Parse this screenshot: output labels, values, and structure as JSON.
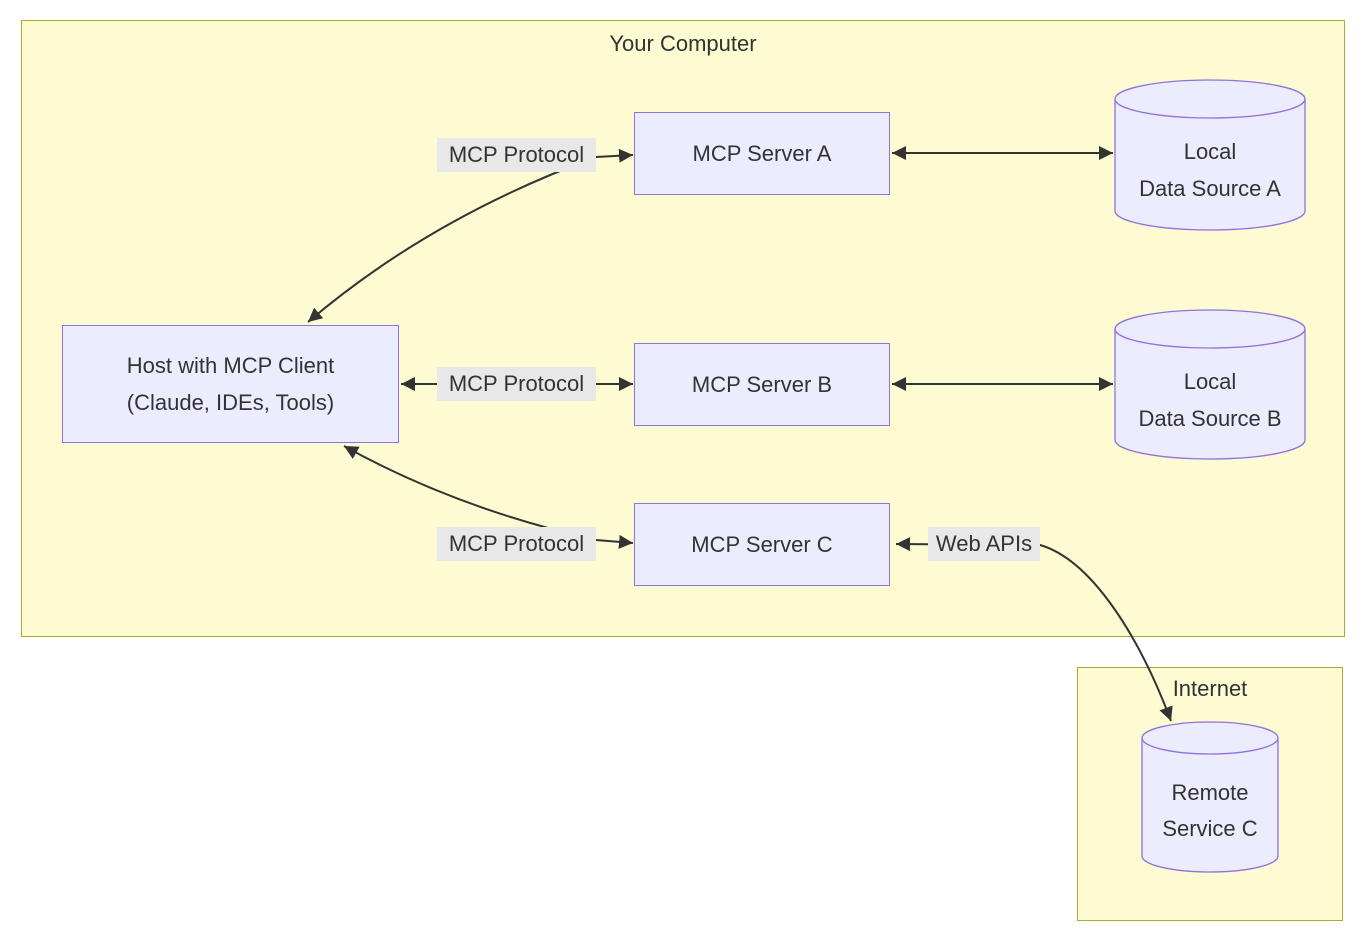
{
  "diagram": {
    "type": "flowchart-LR",
    "groups": {
      "your_computer": {
        "label": "Your Computer"
      },
      "internet": {
        "label": "Internet"
      }
    },
    "nodes": {
      "host": {
        "shape": "rect",
        "line1": "Host with MCP Client",
        "line2": "(Claude, IDEs, Tools)"
      },
      "server_a": {
        "shape": "rect",
        "label": "MCP Server A"
      },
      "server_b": {
        "shape": "rect",
        "label": "MCP Server B"
      },
      "server_c": {
        "shape": "rect",
        "label": "MCP Server C"
      },
      "data_a": {
        "shape": "cylinder",
        "line1": "Local",
        "line2": "Data Source A"
      },
      "data_b": {
        "shape": "cylinder",
        "line1": "Local",
        "line2": "Data Source B"
      },
      "remote_c": {
        "shape": "cylinder",
        "line1": "Remote",
        "line2": "Service C"
      }
    },
    "edges": [
      {
        "from": "host",
        "to": "server_a",
        "label": "MCP Protocol",
        "bidirectional": true
      },
      {
        "from": "host",
        "to": "server_b",
        "label": "MCP Protocol",
        "bidirectional": true
      },
      {
        "from": "host",
        "to": "server_c",
        "label": "MCP Protocol",
        "bidirectional": true
      },
      {
        "from": "server_a",
        "to": "data_a",
        "label": "",
        "bidirectional": true
      },
      {
        "from": "server_b",
        "to": "data_b",
        "label": "",
        "bidirectional": true
      },
      {
        "from": "server_c",
        "to": "remote_c",
        "label": "Web APIs",
        "bidirectional": true
      }
    ],
    "colors": {
      "group_fill": "#fcfbd2",
      "group_border": "#aaaa33",
      "node_fill": "#ececff",
      "node_border": "#9370db",
      "edge": "#333333",
      "edge_label_bg": "#e8e8e8",
      "text": "#333333"
    }
  }
}
